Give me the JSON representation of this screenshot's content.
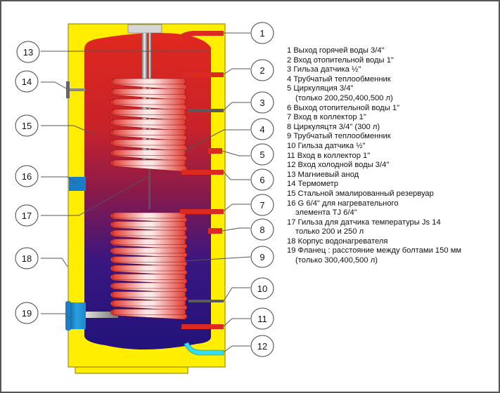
{
  "title": "Водонагреватель с двумя трубчатыми теплообменниками — схема",
  "colors": {
    "casing": "#ffee00",
    "casing_border": "#8a7a00",
    "hot": "#e0281e",
    "cold": "#22137a",
    "pipe_red": "#dd2a20",
    "pipe_cold": "#33ddee",
    "sensor_gray": "#606060",
    "flange_blue": "#1a8fd0",
    "leader": "#555555"
  },
  "callouts": [
    {
      "n": "1"
    },
    {
      "n": "2"
    },
    {
      "n": "3"
    },
    {
      "n": "4"
    },
    {
      "n": "5"
    },
    {
      "n": "6"
    },
    {
      "n": "7"
    },
    {
      "n": "8"
    },
    {
      "n": "9"
    },
    {
      "n": "10"
    },
    {
      "n": "11"
    },
    {
      "n": "12"
    },
    {
      "n": "13"
    },
    {
      "n": "14"
    },
    {
      "n": "15"
    },
    {
      "n": "16"
    },
    {
      "n": "17"
    },
    {
      "n": "18"
    },
    {
      "n": "19"
    }
  ],
  "legend": [
    {
      "n": "1",
      "text": "Выход горячей воды 3/4\""
    },
    {
      "n": "2",
      "text": "Вход отопительной воды 1\""
    },
    {
      "n": "3",
      "text": "Гильза датчика ½\""
    },
    {
      "n": "4",
      "text": "Трубчатый теплообменник"
    },
    {
      "n": "5",
      "text": "Циркуляция 3/4\"",
      "cont": "(только 200,250,400,500 л)"
    },
    {
      "n": "6",
      "text": "Выход отопительной воды 1\""
    },
    {
      "n": "7",
      "text": "Вход в коллектор 1\""
    },
    {
      "n": "8",
      "text": "Циркуляцтя 3/4\" (300 л)"
    },
    {
      "n": "9",
      "text": "Трубчатый теплообменник"
    },
    {
      "n": "10",
      "text": "Гильза датчика ½\""
    },
    {
      "n": "11",
      "text": "Вход в коллектор 1\""
    },
    {
      "n": "12",
      "text": "Вход холодной воды 3/4\""
    },
    {
      "n": "13",
      "text": "Магниевый анод"
    },
    {
      "n": "14",
      "text": "Термометр"
    },
    {
      "n": "15",
      "text": "Стальной эмалированный резервуар"
    },
    {
      "n": "16",
      "text": "G 6/4\" для нагревательного",
      "cont": "элемента TJ 6/4\""
    },
    {
      "n": "17",
      "text": "Гильза для датчика температуры Js 14",
      "cont": "только 200 и 250 л"
    },
    {
      "n": "18",
      "text": "Корпус водонагревателя"
    },
    {
      "n": "19",
      "text": "Фланец : расстояние между болтами 150 мм",
      "cont": "(только 300,400,500 л)"
    }
  ]
}
